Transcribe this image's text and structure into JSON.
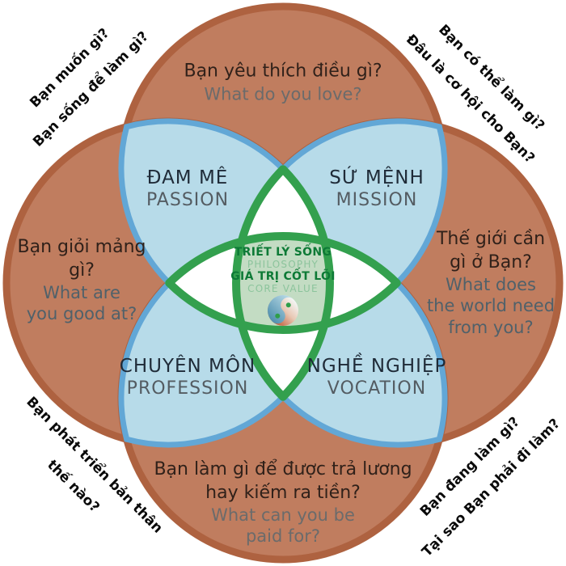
{
  "title": "Ikigai Venn diagram (Vietnamese)",
  "outer_questions": {
    "top": {
      "vi": [
        "Bạn yêu thích điều gì?"
      ],
      "en": [
        "What do you love?"
      ]
    },
    "left": {
      "vi": [
        "Bạn giỏi mảng",
        "gì?"
      ],
      "en": [
        "What are",
        "you good at?"
      ]
    },
    "right": {
      "vi": [
        "Thế giới cần",
        "gì ở Bạn?"
      ],
      "en": [
        "What does",
        "the world need",
        "from you?"
      ]
    },
    "bottom": {
      "vi": [
        "Bạn làm gì để được trả lương",
        "hay kiếm ra tiền?"
      ],
      "en": [
        "What can you be",
        "paid for?"
      ]
    }
  },
  "corner_questions": {
    "top_left": [
      "Bạn muốn gì?",
      "Bạn sống để làm gì?"
    ],
    "top_right": [
      "Bạn có thể làm gì?",
      "Đâu là cơ hội cho Bạn?"
    ],
    "bottom_left": [
      "Bạn phát triển bản thân",
      "thế nào?"
    ],
    "bottom_right": [
      "Bạn đang làm gì?",
      "Tại sao Bạn phải đi làm?"
    ]
  },
  "overlap_labels": {
    "top_left": {
      "vi": "ĐAM MÊ",
      "en": "PASSION"
    },
    "top_right": {
      "vi": "SỨ MỆNH",
      "en": "MISSION"
    },
    "bottom_left": {
      "vi": "CHUYÊN MÔN",
      "en": "PROFESSION"
    },
    "bottom_right": {
      "vi": "NGHỀ NGHIỆP",
      "en": "VOCATION"
    }
  },
  "center": {
    "lines": [
      "TRIẾT LÝ SỐNG",
      "PHILOSOPHY",
      "GIÁ TRỊ CỐT LÕI",
      "CORE VALUE"
    ],
    "icon": "yin-yang-icon"
  },
  "colors": {
    "circle_fill": "#c07d5f",
    "circle_stroke": "#ae6240",
    "overlap_fill": "#b7dbe9",
    "overlap_stroke": "#62a7d6",
    "lens_stroke": "#33a04e",
    "lens_fill": "#ffffff",
    "core_fill": "#c3dcc3",
    "center_text_dark": "#0d7a36",
    "center_text_light": "#8cc49c",
    "yin_blue": "#4f8fae",
    "yang_orange": "#c05a36"
  }
}
